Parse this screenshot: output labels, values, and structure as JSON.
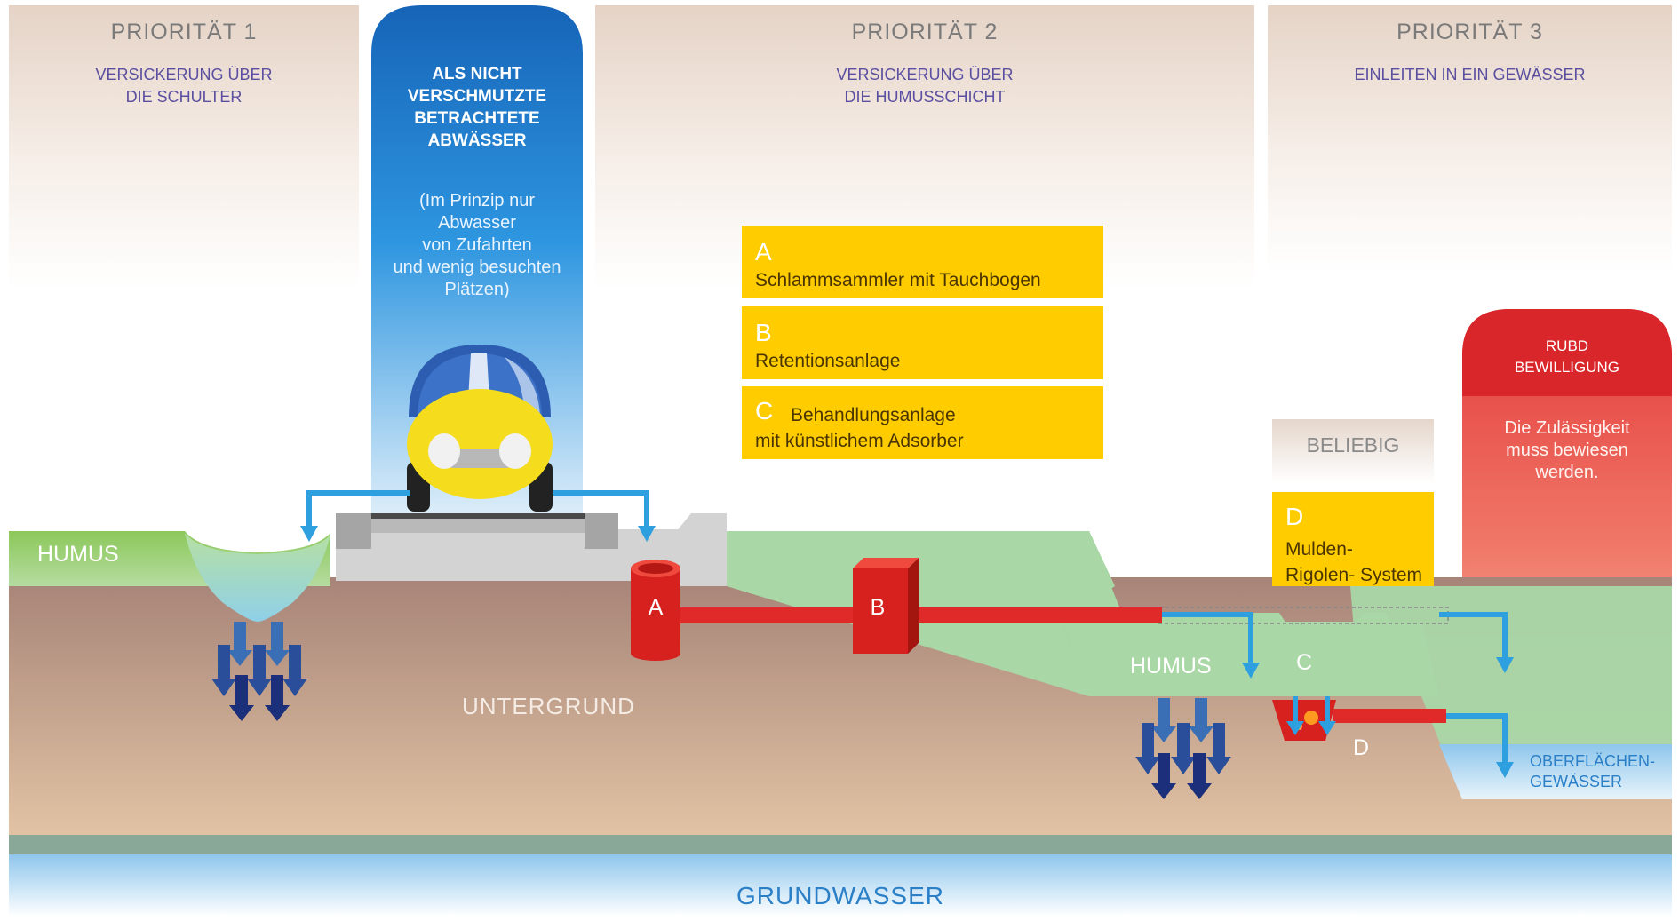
{
  "priority1": {
    "title": "PRIORITÄT 1",
    "subtitle": "VERSICKERUNG ÜBER\nDIE SCHULTER"
  },
  "priority2": {
    "title": "PRIORITÄT 2",
    "subtitle": "VERSICKERUNG ÜBER\nDIE HUMUSSCHICHT"
  },
  "priority3": {
    "title": "PRIORITÄT 3",
    "subtitle": "EINLEITEN IN EIN GEWÄSSER"
  },
  "blue_column": {
    "heading": "ALS NICHT\nVERSCHMUTZTE\nBETRACHTETE\nABWÄSSER",
    "body": "(Im Prinzip nur\nAbwasser\nvon Zufahrten\nund wenig besuchten\nPlätzen)"
  },
  "legend_boxes": [
    {
      "letter": "A",
      "text": "Schlammsammler mit Tauchbogen"
    },
    {
      "letter": "B",
      "text": "Retentionsanlage"
    },
    {
      "letter": "C",
      "text": "Behandlungsanlage\nmit künstlichem Adsorber"
    }
  ],
  "box_d": {
    "letter": "D",
    "text": "Mulden-\nRigolen- System"
  },
  "beliebig": "BELIEBIG",
  "rubd": {
    "heading": "RUBD\nBEWILLIGUNG",
    "body": "Die Zulässigkeit\nmuss bewiesen\nwerden."
  },
  "labels": {
    "humus_left": "HUMUS",
    "humus_right": "HUMUS",
    "untergrund": "UNTERGRUND",
    "grundwasser": "GRUNDWASSER",
    "oberflaechengewaesser": "OBERFLÄCHEN-\nGEWÄSSER",
    "marker_a": "A",
    "marker_b": "B",
    "marker_c": "C",
    "marker_d": "D"
  },
  "colors": {
    "priority_bg": "#e8d8cc",
    "blue_column": "#1f7fd0",
    "yellow": "#ffcc00",
    "red": "#e02a2a",
    "humus": "#a9d7a6",
    "soil": "#b38f80",
    "groundwater": "#bfe0f5",
    "arrow_light": "#2ea0e0",
    "arrow_dark": "#1c2f7a"
  }
}
